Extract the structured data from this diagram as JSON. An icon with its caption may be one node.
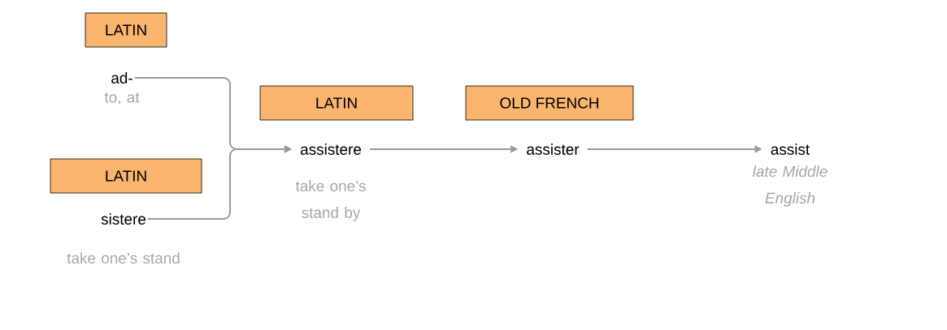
{
  "diagram": {
    "nodes": [
      {
        "text": [
          "LATIN"
        ]
      },
      {
        "text": [
          "ad-"
        ],
        "beside": [
          "to, at"
        ]
      },
      {
        "text": [
          "LATIN"
        ]
      },
      {
        "text": [
          "sistere"
        ],
        "beside": [
          "take one’s stand"
        ]
      },
      {
        "text": [
          "LATIN"
        ]
      },
      {
        "text": [
          "assistere"
        ],
        "beside": [
          "take one’s stand by"
        ]
      },
      {
        "text": [
          "OLD FRENCH"
        ]
      },
      {
        "text": [
          "assister"
        ]
      },
      {
        "text": [
          "assist"
        ],
        "beside": [
          "late Middle English"
        ]
      }
    ],
    "edges": [
      {
        "from": 1,
        "to": 5,
        "arrow": "to"
      },
      {
        "from": 3,
        "to": 5,
        "arrow": "to"
      },
      {
        "from": 5,
        "to": 7,
        "arrow": "to"
      },
      {
        "from": 7,
        "to": 8,
        "arrow": "to"
      }
    ]
  }
}
